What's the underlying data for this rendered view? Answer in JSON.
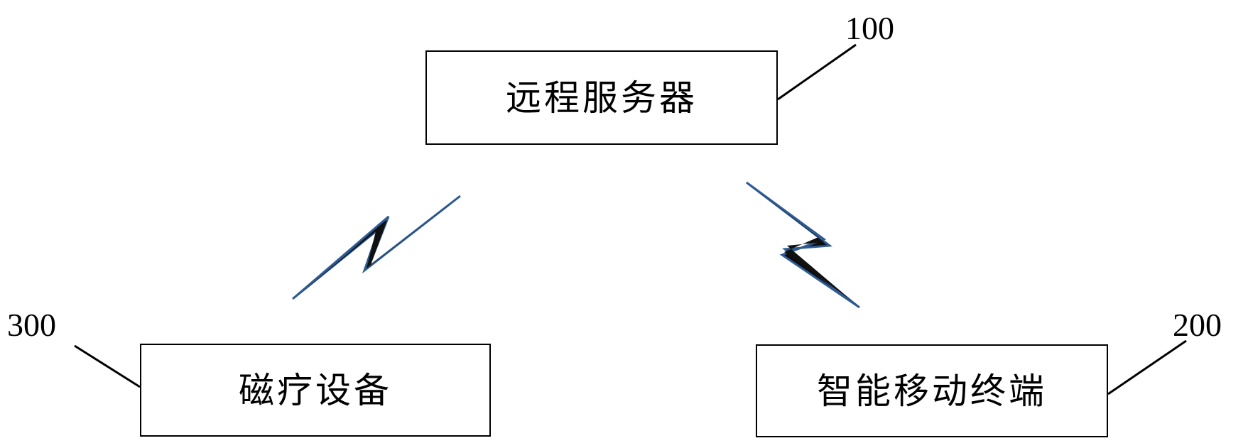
{
  "diagram": {
    "nodes": {
      "server": {
        "label": "远程服务器",
        "ref": "100"
      },
      "device": {
        "label": "磁疗设备",
        "ref": "300"
      },
      "terminal": {
        "label": "智能移动终端",
        "ref": "200"
      }
    },
    "links": [
      {
        "from": "device",
        "to": "server",
        "kind": "wireless"
      },
      {
        "from": "server",
        "to": "terminal",
        "kind": "wireless"
      }
    ],
    "colors": {
      "stroke": "#000000",
      "bolt_edge": "#2f5b93",
      "bolt_fill": "#0d0d0d"
    },
    "icons": [
      "lightning-bolt-icon",
      "lightning-bolt-icon"
    ]
  }
}
